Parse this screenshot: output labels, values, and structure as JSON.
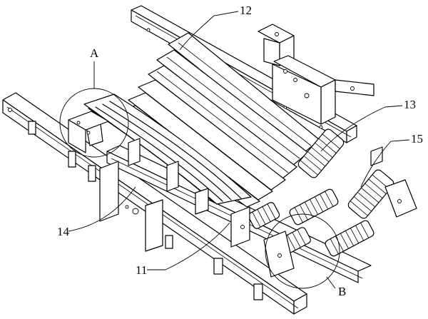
{
  "labels": {
    "a": "A",
    "b": "B",
    "n11": "11",
    "n12": "12",
    "n13": "13",
    "n14": "14",
    "n15": "15"
  }
}
